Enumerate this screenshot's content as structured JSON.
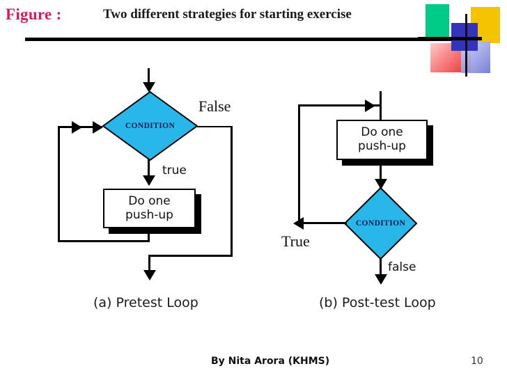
{
  "header": {
    "figure_label": "Figure :",
    "title": "Two different strategies for starting exercise"
  },
  "decor": {
    "green": "#00cc88",
    "yellow": "#f5c400",
    "blue": "#3333bb",
    "red": "#f45b5b",
    "periwinkle": "#8c93e0"
  },
  "palette": {
    "diamond_fill": "#29b6e8",
    "diamond_text": "#0a1a50",
    "line": "#000000",
    "figure_label_color": "#d81b60"
  },
  "diagrams": [
    {
      "id": "pretest-loop",
      "caption": "(a) Pretest Loop",
      "decision": {
        "label": "CONDITION"
      },
      "process": {
        "line1": "Do one",
        "line2": "push-up"
      },
      "edges": [
        {
          "name": "true-branch",
          "label": "true"
        },
        {
          "name": "false-branch",
          "label": "False"
        }
      ]
    },
    {
      "id": "post-test-loop",
      "caption": "(b) Post-test Loop",
      "decision": {
        "label": "CONDITION"
      },
      "process": {
        "line1": "Do one",
        "line2": "push-up"
      },
      "edges": [
        {
          "name": "true-branch",
          "label": "True"
        },
        {
          "name": "false-branch",
          "label": "false"
        }
      ]
    }
  ],
  "footer": {
    "credit": "By Nita Arora (KHMS)",
    "page_number": "10"
  }
}
